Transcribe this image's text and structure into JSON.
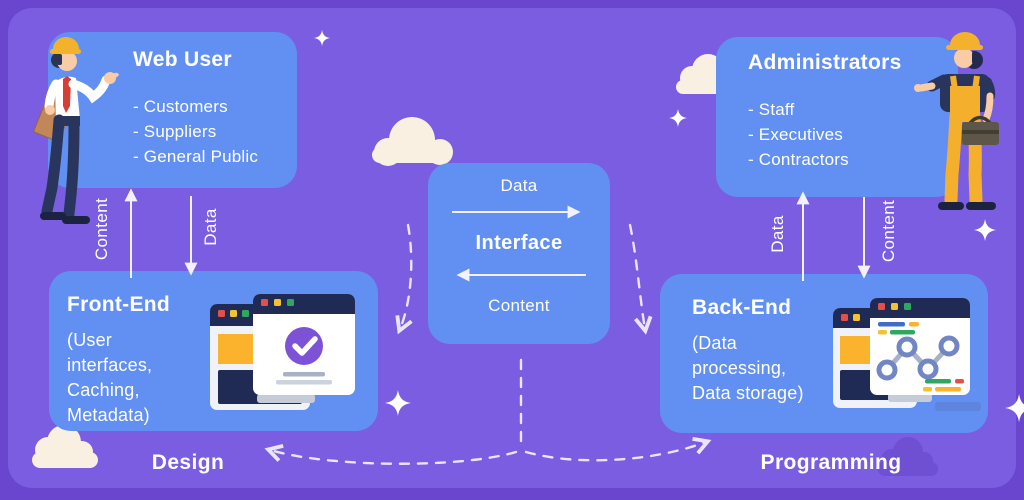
{
  "colors": {
    "frame": "#6A45CE",
    "background": "#7A5DE0",
    "panel": "#6290F2",
    "text": "#FFFFFF",
    "cloud": "#FAF0E2",
    "cloud_shadow": "#6F4FD2",
    "arrow": "#F4F1FF",
    "ill_navy": "#1F2B55",
    "ill_frame": "#EFF2F8",
    "ill_orange": "#FBB32D",
    "ill_red": "#E2504C",
    "ill_yellow": "#F2C230",
    "ill_green": "#2EA860",
    "ill_blue": "#3D6FC9",
    "check_purple": "#7C52D6",
    "node_slate": "#7285C4",
    "connector_gray": "#A8B2C6",
    "line_gray": "#C5CCD8",
    "skin": "#F9CBA6",
    "hat_yellow": "#F2B22E",
    "suit_navy": "#2A355E",
    "shoe_navy": "#1C2340",
    "tie_red": "#D63F35",
    "board_tan": "#C28759",
    "overalls_yellow": "#F4B02C",
    "toolbox_brown": "#5E5648"
  },
  "boxes": {
    "web_user": {
      "title": "Web User",
      "items": [
        "- Customers",
        "- Suppliers",
        "- General Public"
      ]
    },
    "administrators": {
      "title": "Administrators",
      "items": [
        "- Staff",
        "- Executives",
        "- Contractors"
      ]
    },
    "front_end": {
      "title": "Front-End",
      "lines": [
        "(User",
        "interfaces,",
        "Caching,",
        "Metadata)"
      ]
    },
    "back_end": {
      "title": "Back-End",
      "lines": [
        "(Data",
        "processing,",
        "Data storage)"
      ]
    },
    "interface": {
      "top_label": "Data",
      "title": "Interface",
      "bottom_label": "Content"
    }
  },
  "flow_labels": {
    "left_up": "Content",
    "left_down": "Data",
    "right_up": "Data",
    "right_down": "Content"
  },
  "captions": {
    "left": "Design",
    "right": "Programming"
  },
  "icons": {
    "decorations": [
      "cloud-icon",
      "sparkle-icon"
    ],
    "characters": [
      "web-user-character",
      "worker-character"
    ],
    "illustrations": [
      "frontend-windows-illustration",
      "backend-chart-illustration"
    ]
  }
}
